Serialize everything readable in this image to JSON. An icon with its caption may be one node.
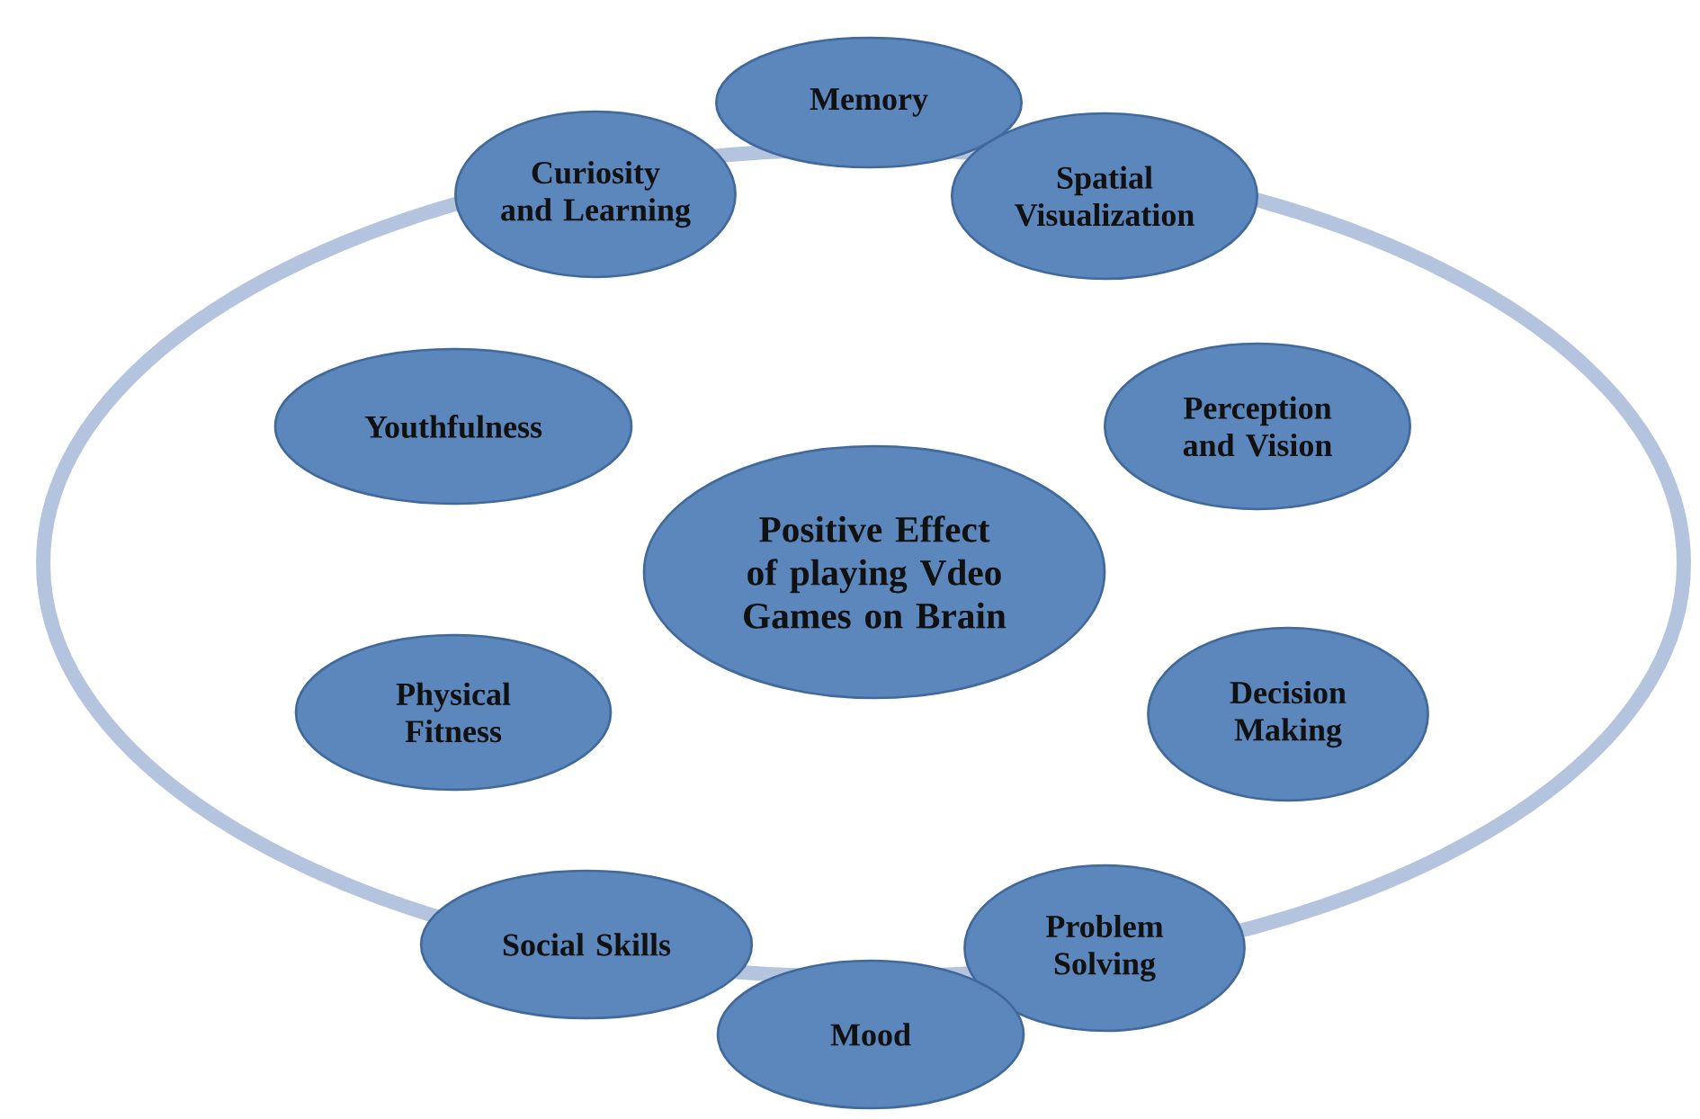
{
  "diagram": {
    "nodes": [
      {
        "text": [
          "Memory"
        ]
      },
      {
        "text": [
          "Curiosity and Learning"
        ]
      },
      {
        "text": [
          "Spatial Visualization"
        ]
      },
      {
        "text": [
          "Youthfulness"
        ]
      },
      {
        "text": [
          "Perception and Vision"
        ]
      },
      {
        "text": [
          "Positive Effect of playing Vdeo Games on Brain"
        ]
      },
      {
        "text": [
          "Physical Fitness"
        ]
      },
      {
        "text": [
          "Decision Making"
        ]
      },
      {
        "text": [
          "Social Skills"
        ]
      },
      {
        "text": [
          "Problem Solving"
        ]
      },
      {
        "text": [
          "Mood"
        ]
      }
    ]
  }
}
